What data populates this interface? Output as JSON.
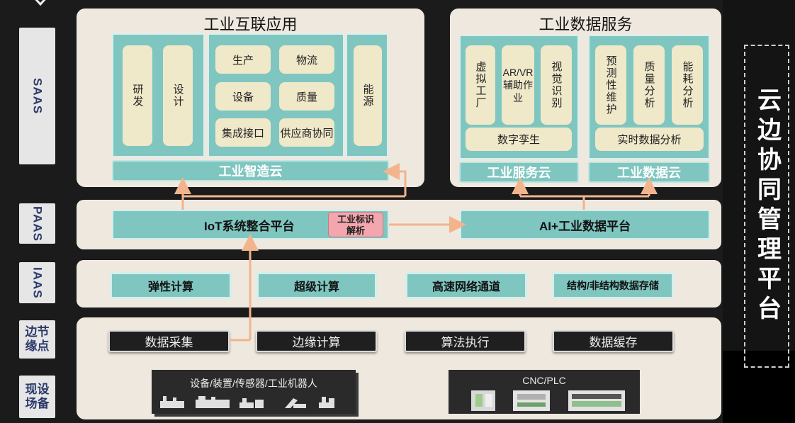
{
  "layers": {
    "saas": "SAAS",
    "paas": "PAAS",
    "iaas": "IAAS",
    "edge": "边节缘点",
    "device": "现设场备"
  },
  "industrial_apps": {
    "title": "工业互联应用",
    "rd": "研发",
    "design": "设计",
    "production": "生产",
    "logistics": "物流",
    "equipment": "设备",
    "quality": "质量",
    "integration": "集成接口",
    "supplier": "供应商协同",
    "energy": "能源",
    "cloud": "工业智造云"
  },
  "data_services": {
    "title": "工业数据服务",
    "virtual_factory": "虚拟工厂",
    "ar_vr": "AR/VR辅助作业",
    "visual": "视觉识别",
    "twin": "数字孪生",
    "predictive": "预测性维护",
    "quality_analysis": "质量分析",
    "energy_analysis": "能耗分析",
    "realtime": "实时数据分析",
    "service_cloud": "工业服务云",
    "data_cloud": "工业数据云"
  },
  "paas": {
    "iot": "IoT系统整合平台",
    "identifier": "工业标识解析",
    "ai": "AI+工业数据平台"
  },
  "iaas": {
    "elastic": "弹性计算",
    "super": "超级计算",
    "network": "高速网络通道",
    "storage": "结构/非结构数据存储"
  },
  "edge": {
    "collect": "数据采集",
    "compute": "边缘计算",
    "algorithm": "算法执行",
    "cache": "数据缓存"
  },
  "devices": {
    "sensors": "设备/装置/传感器/工业机器人",
    "cnc": "CNC/PLC"
  },
  "side_title": "云边协同管理平台",
  "colors": {
    "teal": "#7fc6c0",
    "panel": "#efe8df",
    "cream": "#efe8c9",
    "arrow": "#f2b48c",
    "badge": "#f3a6ad"
  }
}
